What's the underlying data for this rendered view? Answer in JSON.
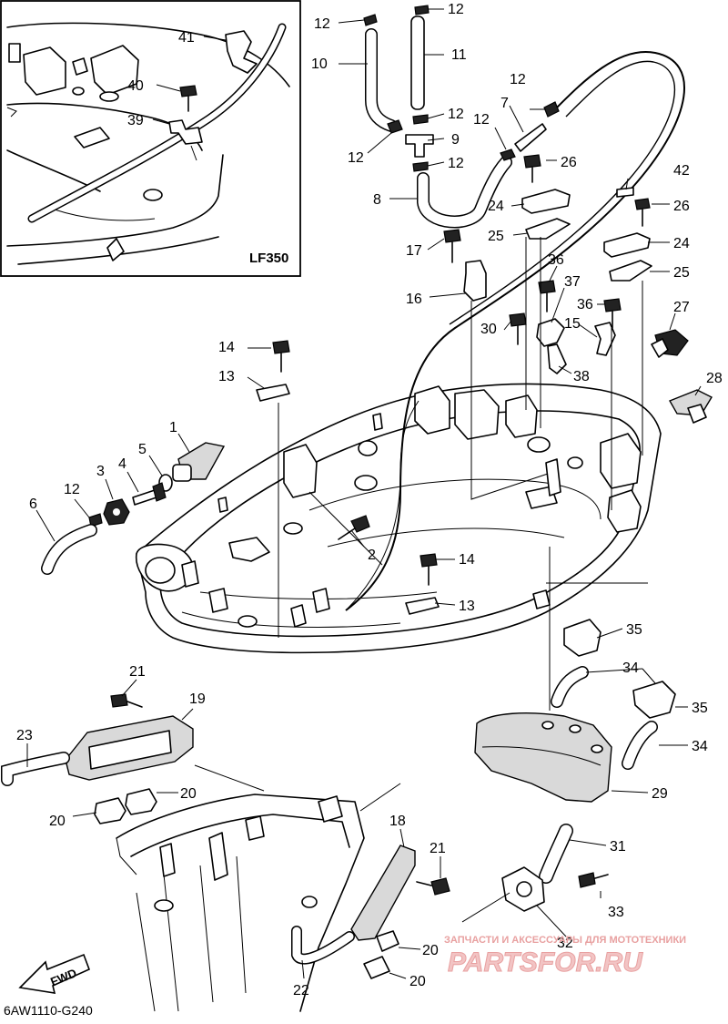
{
  "inset": {
    "label": "LF350"
  },
  "callouts": {
    "c1": "1",
    "c2": "2",
    "c3": "3",
    "c4": "4",
    "c5": "5",
    "c6": "6",
    "c7": "7",
    "c8": "8",
    "c9": "9",
    "c10": "10",
    "c11": "11",
    "c12": "12",
    "c13": "13",
    "c14": "14",
    "c15": "15",
    "c16": "16",
    "c17": "17",
    "c18": "18",
    "c19": "19",
    "c20": "20",
    "c21": "21",
    "c22": "22",
    "c23": "23",
    "c24": "24",
    "c25": "25",
    "c26": "26",
    "c27": "27",
    "c28": "28",
    "c29": "29",
    "c30": "30",
    "c31": "31",
    "c32": "32",
    "c33": "33",
    "c34": "34",
    "c35": "35",
    "c36": "36",
    "c37": "37",
    "c38": "38",
    "c39": "39",
    "c40": "40",
    "c41": "41",
    "c42": "42"
  },
  "fwd_label": "FWD",
  "diagram_code": "6AW1110-G240",
  "watermark": {
    "caption": "ЗАПЧАСТИ И АКСЕССУАРЫ ДЛЯ МОТОТЕХНИКИ",
    "logo_text": "PARTSFOR.RU",
    "color": "#e8a0a0"
  }
}
